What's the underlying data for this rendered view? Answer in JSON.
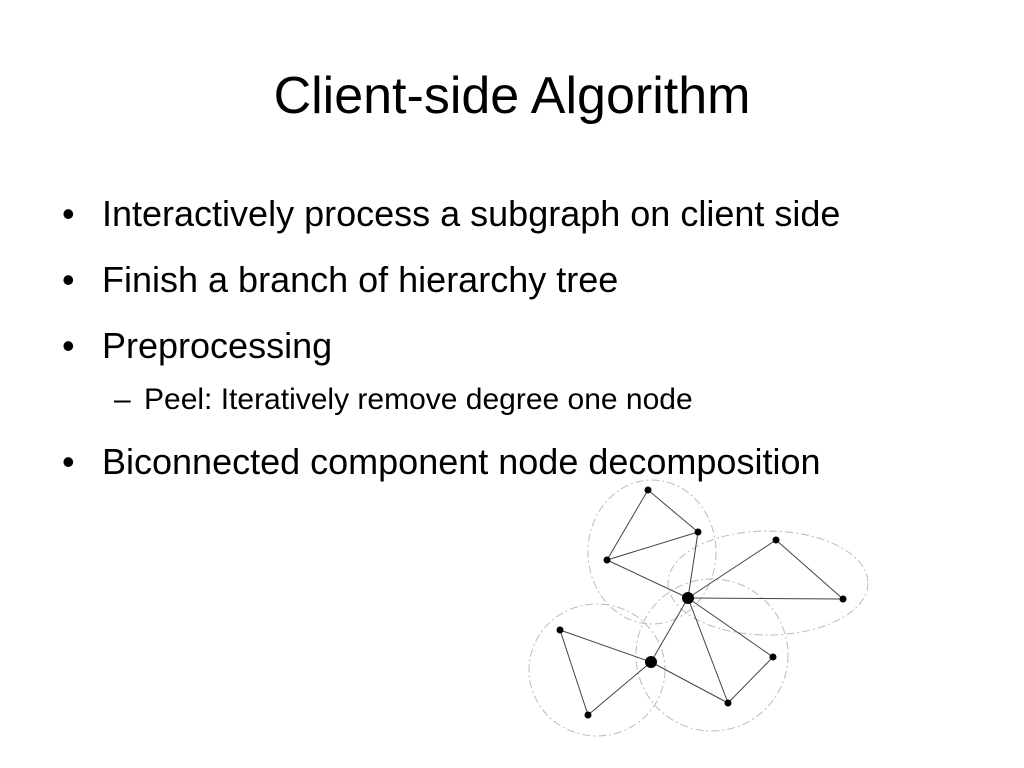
{
  "slide": {
    "title": "Client-side Algorithm",
    "bullet_char": "•",
    "dash_char": "–",
    "bullets": [
      {
        "text": "Interactively process a subgraph on client side"
      },
      {
        "text": "Finish a branch of hierarchy tree"
      },
      {
        "text": "Preprocessing"
      },
      {
        "text": "Biconnected component node decomposition"
      }
    ],
    "sub_bullets": [
      {
        "text": "Peel: Iteratively remove degree one node"
      }
    ]
  }
}
